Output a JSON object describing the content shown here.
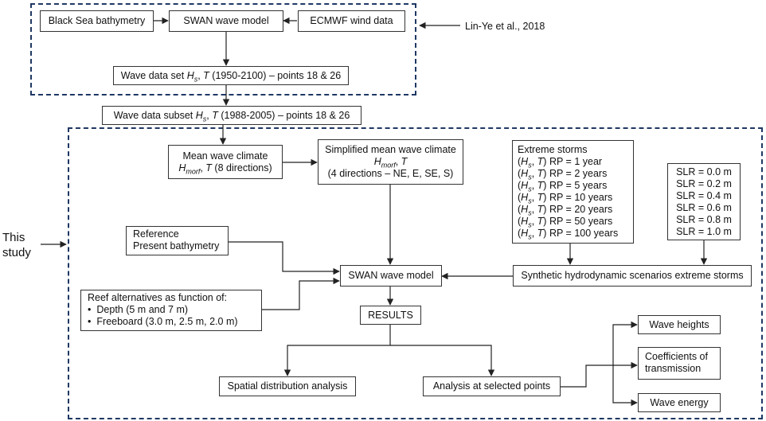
{
  "source_label": "Lin-Ye et al., 2018",
  "study_label_line1": "This",
  "study_label_line2": "study",
  "boxes": {
    "bathymetry": "Black Sea bathymetry",
    "swan_top": "SWAN wave model",
    "ecmwf": "ECMWF wind data",
    "dataset": {
      "pre": "Wave data set ",
      "hs_h": "H",
      "hs_sub": "s",
      "sep": ", ",
      "t": "T",
      "post": " (1950-2100) – points 18 & 26"
    },
    "subset": {
      "pre": "Wave data subset ",
      "hs_h": "H",
      "hs_sub": "s",
      "sep": ", ",
      "t": "T",
      "post": " (1988-2005) – points 18 & 26"
    },
    "mean_climate": {
      "line1": "Mean wave climate",
      "h": "H",
      "sub": "morf",
      "sep": ", ",
      "t": "T",
      "post": " (8 directions)"
    },
    "simplified": {
      "line1": "Simplified mean wave climate",
      "h": "H",
      "sub": "morf",
      "sep": ", ",
      "t": "T",
      "line3": "(4 directions – NE, E, SE, S)"
    },
    "extreme": {
      "title": "Extreme storms",
      "hs_h": "H",
      "hs_sub": "s",
      "t": "T",
      "items": [
        "RP = 1 year",
        "RP = 2 years",
        "RP = 5 years",
        "RP = 10 years",
        "RP = 20 years",
        "RP = 50 years",
        "RP = 100 years"
      ]
    },
    "slr": [
      "SLR = 0.0 m",
      "SLR = 0.2 m",
      "SLR = 0.4 m",
      "SLR = 0.6 m",
      "SLR = 0.8 m",
      "SLR = 1.0 m"
    ],
    "reference": {
      "line1": "Reference",
      "line2": "Present bathymetry"
    },
    "swan_mid": "SWAN wave model",
    "synthetic": "Synthetic hydrodynamic scenarios extreme storms",
    "reef": {
      "title": "Reef alternatives as function of:",
      "items": [
        "Depth (5 m and 7 m)",
        "Freeboard (3.0 m, 2.5 m, 2.0 m)"
      ]
    },
    "results": "RESULTS",
    "spatial": "Spatial distribution analysis",
    "analysis": "Analysis at selected points",
    "wave_heights": "Wave heights",
    "coefficients": {
      "line1": "Coefficients of",
      "line2": "transmission"
    },
    "wave_energy": "Wave energy"
  }
}
